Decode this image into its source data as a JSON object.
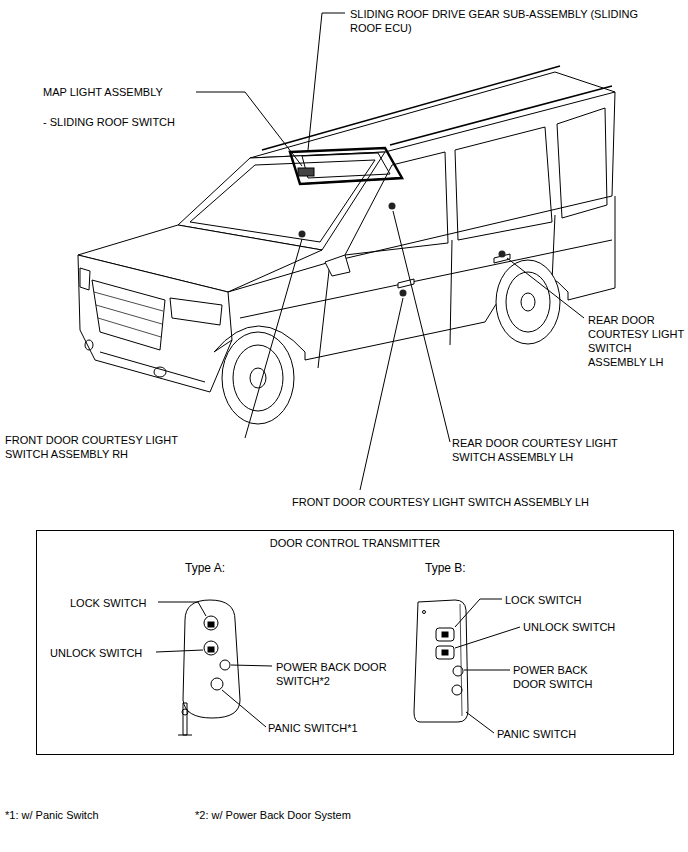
{
  "diagram": {
    "nodes": [
      {
        "text": [
          "DOOR CONTROL TRANSMITTER"
        ]
      }
    ],
    "labels": [
      "SLIDING ROOF DRIVE GEAR SUB-ASSEMBLY (SLIDING ROOF ECU)",
      "MAP LIGHT ASSEMBLY",
      "- SLIDING ROOF SWITCH",
      "REAR DOOR COURTESY LIGHT SWITCH ASSEMBLY LH",
      "FRONT DOOR COURTESY LIGHT SWITCH ASSEMBLY RH",
      "REAR DOOR COURTESY LIGHT SWITCH ASSEMBLY LH",
      "FRONT DOOR COURTESY LIGHT SWITCH ASSEMBLY LH",
      "Type A:",
      "Type B:",
      "LOCK SWITCH",
      "UNLOCK SWITCH",
      "POWER BACK DOOR SWITCH*2",
      "PANIC SWITCH*1",
      "LOCK SWITCH",
      "UNLOCK SWITCH",
      "POWER BACK DOOR SWITCH",
      "PANIC SWITCH",
      "*1: w/ Panic Switch",
      "*2: w/ Power Back Door System"
    ]
  }
}
